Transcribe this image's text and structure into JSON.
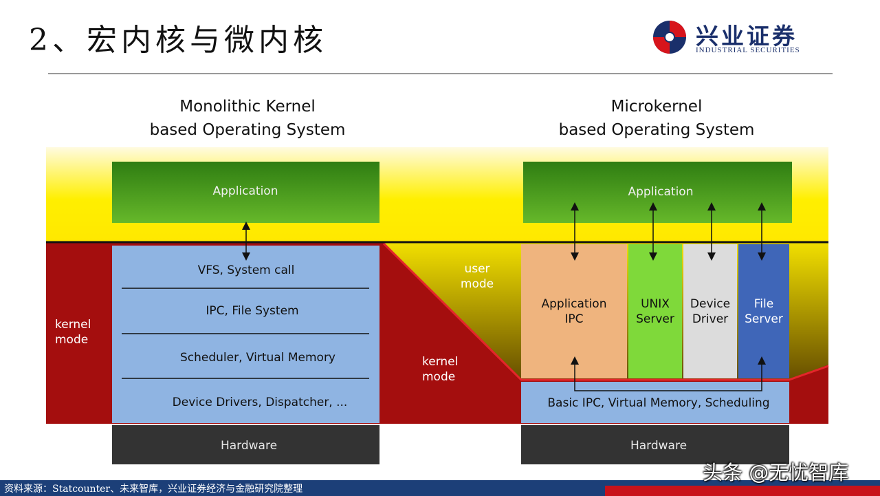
{
  "slide": {
    "title": "2、宏内核与微内核"
  },
  "logo": {
    "name_cn": "兴业证券",
    "name_en": "INDUSTRIAL SECURITIES"
  },
  "monolithic": {
    "heading_line1": "Monolithic Kernel",
    "heading_line2": "based Operating System",
    "application": "Application",
    "kernel_mode": [
      "kernel",
      "mode"
    ],
    "layers": [
      "VFS, System call",
      "IPC, File System",
      "Scheduler, Virtual Memory",
      "Device Drivers, Dispatcher, ..."
    ],
    "hardware": "Hardware"
  },
  "microkernel": {
    "heading_line1": "Microkernel",
    "heading_line2": "based Operating System",
    "application": "Application",
    "user_mode": [
      "user",
      "mode"
    ],
    "kernel_mode": [
      "kernel",
      "mode"
    ],
    "servers": [
      {
        "lines": [
          "Application",
          "IPC"
        ],
        "color": "#efb47e"
      },
      {
        "lines": [
          "UNIX",
          "Server"
        ],
        "color": "#7fd93a"
      },
      {
        "lines": [
          "Device",
          "Driver"
        ],
        "color": "#dcdcdc"
      },
      {
        "lines": [
          "File",
          "Server"
        ],
        "color": "#3f66b8"
      }
    ],
    "basic_layer": "Basic IPC, Virtual Memory, Scheduling",
    "hardware": "Hardware"
  },
  "colors": {
    "user_band_top": "#fff8c8",
    "user_band_mid": "#ffef00",
    "kernel_red": "#a40e0e",
    "layer_blue": "#8fb4e2",
    "app_green": "#3f8f1a",
    "hardware_dark": "#333333"
  },
  "footer": {
    "source": "资料来源：Statcounter、未来智库，兴业证券经济与金融研究院整理"
  },
  "watermark": {
    "handle": "头条 @无忧智库"
  }
}
